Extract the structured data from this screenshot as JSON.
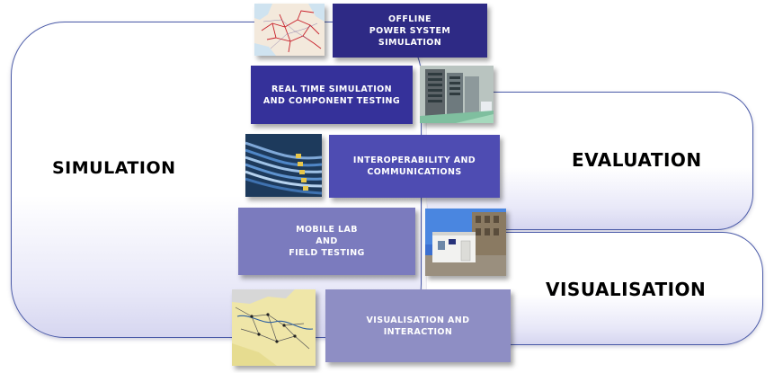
{
  "zones": {
    "simulation": "SIMULATION",
    "evaluation": "EVALUATION",
    "visualisation": "VISUALISATION"
  },
  "steps": [
    {
      "lines": [
        "OFFLINE",
        "POWER SYSTEM",
        "SIMULATION"
      ],
      "color": "#2e2a85"
    },
    {
      "lines": [
        "REAL TIME SIMULATION",
        "AND COMPONENT TESTING"
      ],
      "color": "#35319a"
    },
    {
      "lines": [
        "INTEROPERABILITY AND",
        "COMMUNICATIONS"
      ],
      "color": "#4e4cb2"
    },
    {
      "lines": [
        "MOBILE LAB",
        "AND",
        "FIELD TESTING"
      ],
      "color": "#7b7bbe"
    },
    {
      "lines": [
        "VISUALISATION AND",
        "INTERACTION"
      ],
      "color": "#8e8ec4"
    }
  ],
  "images": {
    "europe_map": "europe-grid-map",
    "server_racks": "lab-equipment-racks",
    "network_cables": "network-cables",
    "mobile_lab": "mobile-lab-container",
    "regional_map": "regional-network-map"
  }
}
